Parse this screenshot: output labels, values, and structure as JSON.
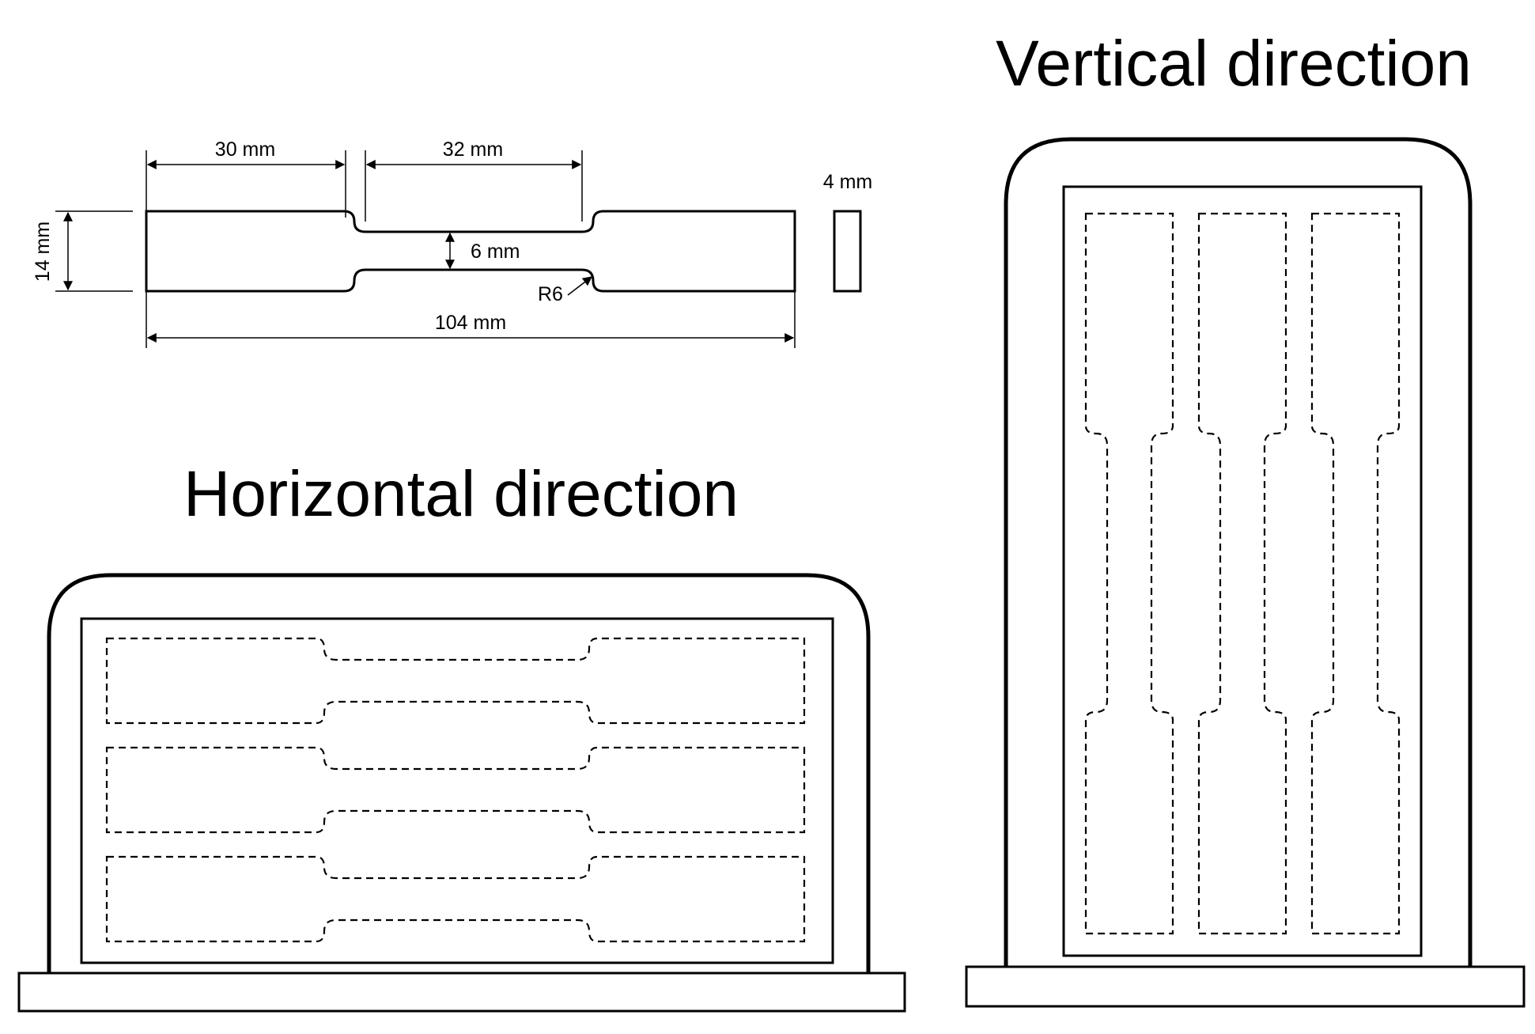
{
  "specimen": {
    "grip_length": "30 mm",
    "gauge_length": "32 mm",
    "grip_width": "14 mm",
    "gauge_width": "6 mm",
    "radius": "R6",
    "total_length": "104 mm",
    "thickness": "4 mm"
  },
  "titles": {
    "horizontal": "Horizontal direction",
    "vertical": "Vertical direction"
  },
  "horizontal_layout": {
    "specimen_count": 3
  },
  "vertical_layout": {
    "specimen_count": 3
  }
}
